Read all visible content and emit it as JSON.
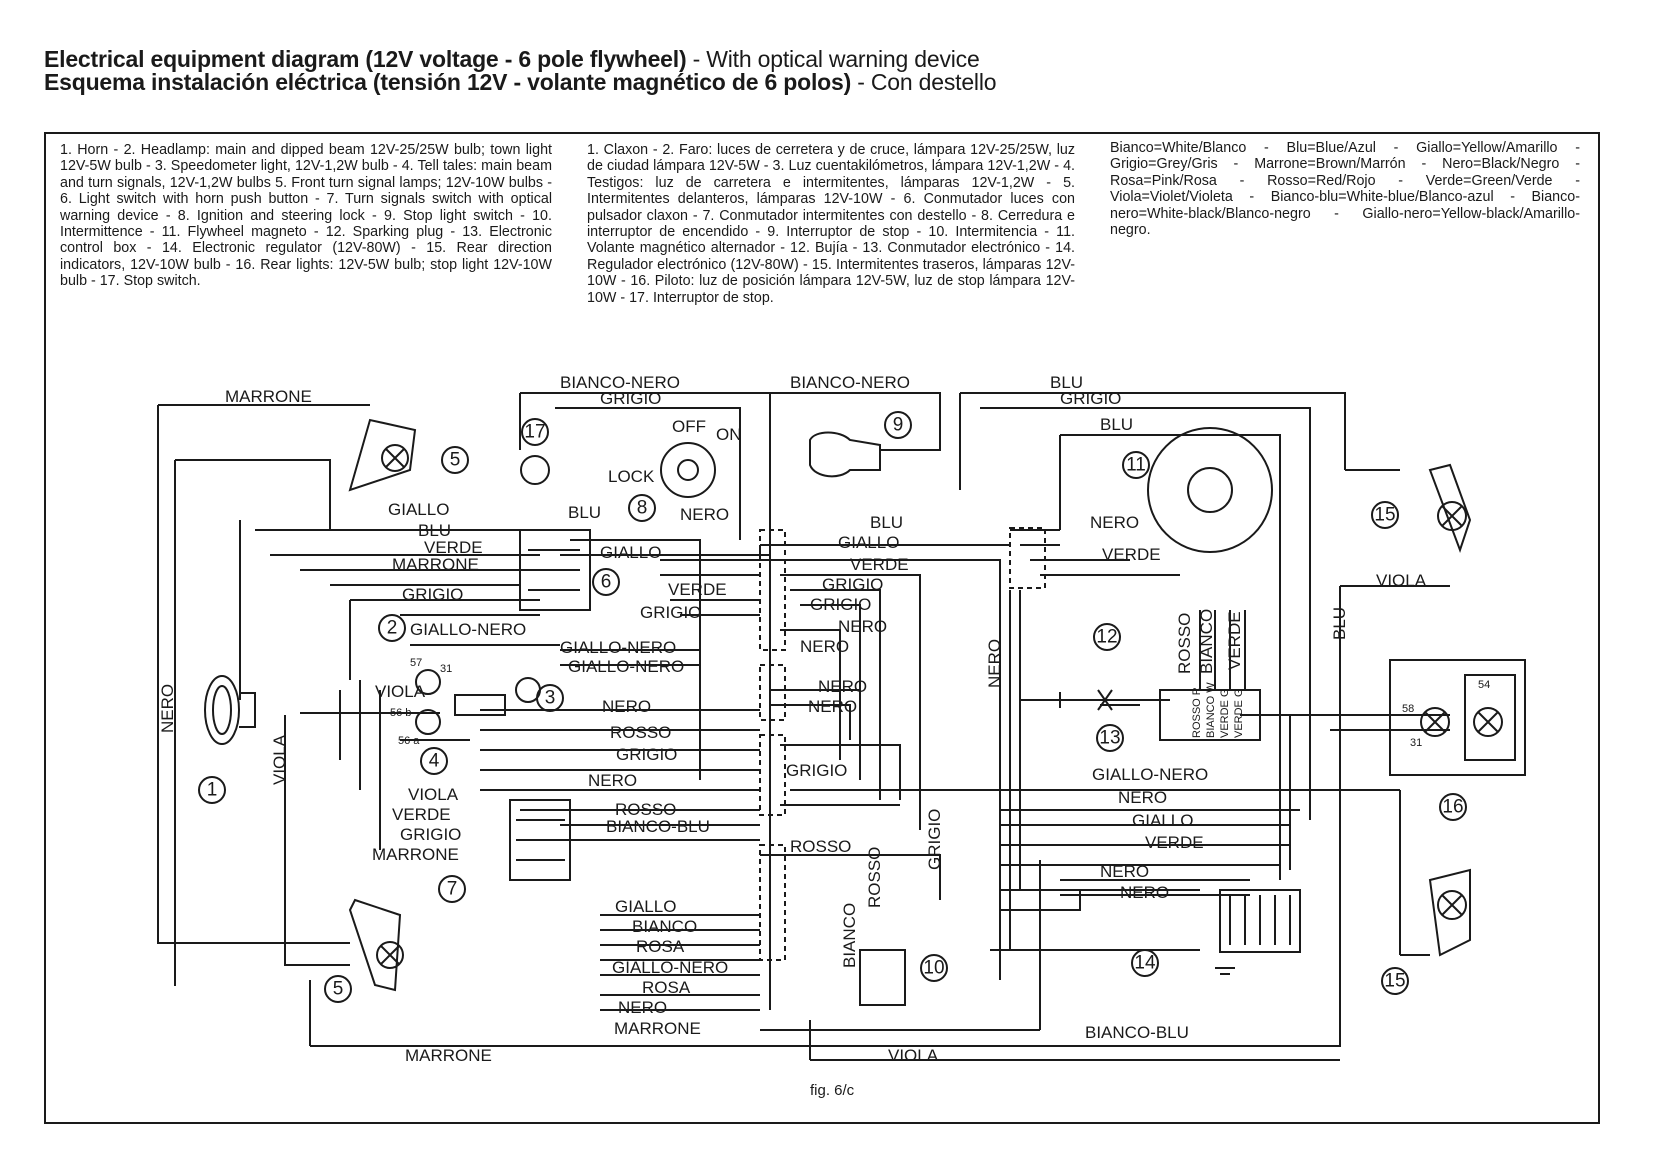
{
  "header": {
    "title_en_bold": "Electrical equipment diagram (12V voltage - 6 pole flywheel)",
    "title_en_light": " - With optical warning device",
    "title_es_bold": "Esquema instalación eléctrica (tensión 12V - volante magnético de 6 polos)",
    "title_es_light": " - Con destello"
  },
  "legend": {
    "english": "1. Horn - 2. Headlamp: main and dipped beam 12V-25/25W bulb; town light 12V-5W bulb - 3. Speedometer light, 12V-1,2W bulb - 4. Tell tales: main beam and turn signals, 12V-1,2W bulbs 5. Front turn signal lamps; 12V-10W bulbs - 6. Light switch with horn push button - 7. Turn signals switch with optical warning device - 8. Ignition and steering lock - 9. Stop light switch - 10. Intermittence - 11. Flywheel magneto - 12. Sparking plug - 13. Electronic control box - 14. Electronic regulator (12V-80W) - 15. Rear direction indicators, 12V-10W bulb - 16. Rear lights: 12V-5W bulb; stop light 12V-10W bulb - 17. Stop switch.",
    "spanish": "1. Claxon - 2. Faro: luces de cerretera y de cruce, lámpara 12V-25/25W, luz de ciudad lámpara 12V-5W - 3. Luz cuentakilómetros, lámpara 12V-1,2W - 4. Testigos: luz de carretera e intermitentes, lámparas 12V-1,2W - 5. Intermitentes delanteros, lámparas 12V-10W - 6. Conmutador luces con pulsador claxon - 7. Conmutador intermitentes con destello - 8. Cerredura e interruptor de encendido - 9. Interruptor de stop - 10. Intermitencia - 11. Volante magnético alternador - 12. Bujía - 13. Conmutador electrónico - 14. Regulador electrónico (12V-80W) - 15. Intermitentes traseros, lámparas 12V-10W - 16. Piloto: luz de posición lámpara 12V-5W, luz de stop lámpara 12V-10W - 17. Interruptor de stop.",
    "colors": "Bianco=White/Blanco - Blu=Blue/Azul - Giallo=Yellow/Amarillo - Grigio=Grey/Gris - Marrone=Brown/Marrón - Nero=Black/Negro - Rosa=Pink/Rosa - Rosso=Red/Rojo - Verde=Green/Verde - Viola=Violet/Violeta - Bianco-blu=White-blue/Blanco-azul - Bianco-nero=White-black/Blanco-negro - Giallo-nero=Yellow-black/Amarillo-negro."
  },
  "wire_labels": {
    "marrone_top": "MARRONE",
    "bianco_nero_1": "BIANCO-NERO",
    "bianco_nero_2": "BIANCO-NERO",
    "grigio_top": "GRIGIO",
    "blu_top": "BLU",
    "grigio_top_r": "GRIGIO",
    "blu_top_r": "BLU",
    "giallo_1": "GIALLO",
    "blu_1": "BLU",
    "verde_1": "VERDE",
    "marrone_1": "MARRONE",
    "grigio_1": "GRIGIO",
    "giallo_nero_1": "GIALLO-NERO",
    "viola_1": "VIOLA",
    "nero_left": "NERO",
    "viola_left": "VIOLA",
    "blu_mid": "BLU",
    "giallo_mid": "GIALLO",
    "nero_mid": "NERO",
    "verde_mid": "VERDE",
    "grigio_mid": "GRIGIO",
    "blu_c1": "BLU",
    "giallo_c1": "GIALLO",
    "verde_c1": "VERDE",
    "grigio_c1": "GRIGIO",
    "grigio_c2": "GRIGIO",
    "nero_c1": "NERO",
    "nero_c2": "NERO",
    "giallo_nero_c1": "GIALLO-NERO",
    "giallo_nero_c2": "GIALLO-NERO",
    "nero_c3": "NERO",
    "nero_c4": "NERO",
    "nero_c5": "NERO",
    "rosso_c1": "ROSSO",
    "grigio_c3": "GRIGIO",
    "grigio_box": "GRIGIO",
    "nero_c6": "NERO",
    "viola_l2": "VIOLA",
    "verde_l2": "VERDE",
    "grigio_l2": "GRIGIO",
    "marrone_l2": "MARRONE",
    "rosso_c2": "ROSSO",
    "bianco_blu_c": "BIANCO-BLU",
    "rosso_c3": "ROSSO",
    "giallo_b": "GIALLO",
    "bianco_b": "BIANCO",
    "rosa_b": "ROSA",
    "giallo_nero_b": "GIALLO-NERO",
    "rosa_b2": "ROSA",
    "nero_b": "NERO",
    "marrone_b": "MARRONE",
    "marrone_bottom": "MARRONE",
    "viola_bottom": "VIOLA",
    "bianco_blu_bottom": "BIANCO-BLU",
    "nero_r1": "NERO",
    "verde_r1": "VERDE",
    "nero_v": "NERO",
    "rosso_v": "ROSSO",
    "bianco_v": "BIANCO",
    "verde_v": "VERDE",
    "blu_v": "BLU",
    "viola_r": "VIOLA",
    "giallo_nero_r": "GIALLO-NERO",
    "nero_r2": "NERO",
    "giallo_r": "GIALLO",
    "verde_r2": "VERDE",
    "nero_r3": "NERO",
    "nero_r4": "NERO",
    "rosso_v2": "ROSSO",
    "grigio_v2": "GRIGIO",
    "bianco_v2": "BIANCO"
  },
  "switch_labels": {
    "off": "OFF",
    "on": "ON",
    "lock": "LOCK"
  },
  "terminal_labels": {
    "t57": "57",
    "t31": "31",
    "t56b": "56 b",
    "t56a": "56 a",
    "t54": "54",
    "t58": "58",
    "t31r": "31"
  },
  "module_pins": {
    "p1": "ROSSO R",
    "p2": "BIANCO W",
    "p3": "VERDE G",
    "p4": "VERDE G"
  },
  "component_numbers": [
    "1",
    "2",
    "3",
    "4",
    "5",
    "5",
    "6",
    "7",
    "8",
    "9",
    "10",
    "11",
    "12",
    "13",
    "14",
    "15",
    "15",
    "16",
    "17"
  ],
  "footer": {
    "figure": "fig. 6/c"
  }
}
